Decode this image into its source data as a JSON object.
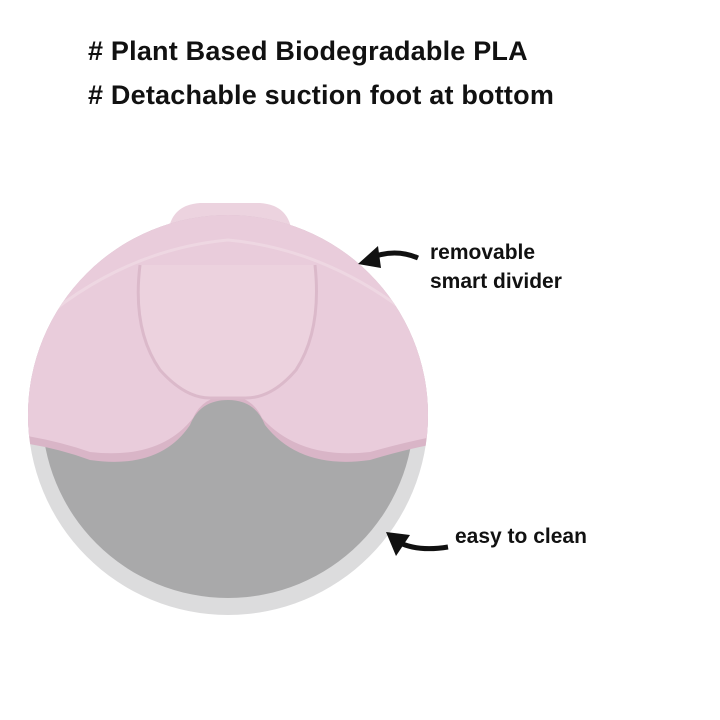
{
  "headings": [
    "# Plant Based Biodegradable PLA",
    "# Detachable suction foot at bottom"
  ],
  "callouts": {
    "divider": [
      "removable",
      "smart divider"
    ],
    "clean": "easy to clean"
  },
  "colors": {
    "pink": "#e9ccdb",
    "pink_dark": "#d9b5c7",
    "gray": "#a9a9aa",
    "rim": "#dcdcdd"
  }
}
